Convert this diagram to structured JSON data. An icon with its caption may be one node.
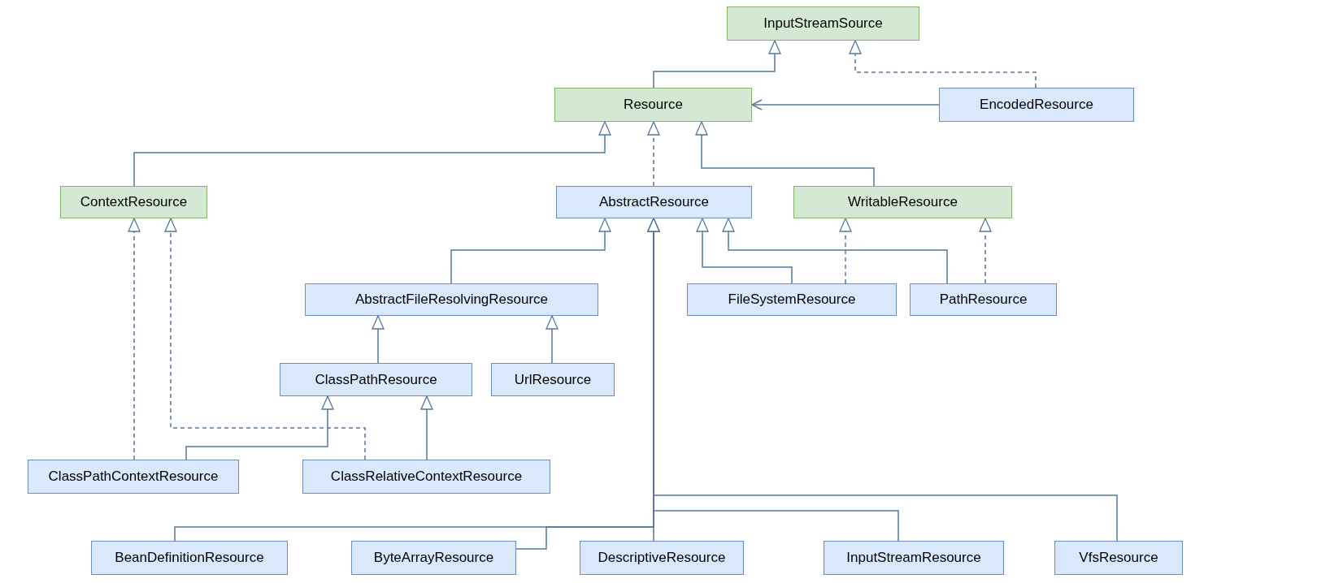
{
  "diagram": {
    "nodes": [
      {
        "text": [
          "InputStreamSource"
        ]
      },
      {
        "text": [
          "Resource"
        ]
      },
      {
        "text": [
          "EncodedResource"
        ]
      },
      {
        "text": [
          "ContextResource"
        ]
      },
      {
        "text": [
          "AbstractResource"
        ]
      },
      {
        "text": [
          "WritableResource"
        ]
      },
      {
        "text": [
          "AbstractFileResolvingResource"
        ]
      },
      {
        "text": [
          "FileSystemResource"
        ]
      },
      {
        "text": [
          "PathResource"
        ]
      },
      {
        "text": [
          "ClassPathResource"
        ]
      },
      {
        "text": [
          "UrlResource"
        ]
      },
      {
        "text": [
          "ClassPathContextResource"
        ]
      },
      {
        "text": [
          "ClassRelativeContextResource"
        ]
      },
      {
        "text": [
          "BeanDefinitionResource"
        ]
      },
      {
        "text": [
          "ByteArrayResource"
        ]
      },
      {
        "text": [
          "DescriptiveResource"
        ]
      },
      {
        "text": [
          "InputStreamResource"
        ]
      },
      {
        "text": [
          "VfsResource"
        ]
      }
    ],
    "edges": [
      {
        "from": 1,
        "to": 0,
        "arrow": "to"
      },
      {
        "from": 2,
        "to": 0,
        "arrow": "to",
        "style": "dashed"
      },
      {
        "from": 2,
        "to": 1,
        "arrow": "to"
      },
      {
        "from": 3,
        "to": 1,
        "arrow": "to"
      },
      {
        "from": 4,
        "to": 1,
        "arrow": "to",
        "style": "dashed"
      },
      {
        "from": 5,
        "to": 1,
        "arrow": "to"
      },
      {
        "from": 6,
        "to": 4,
        "arrow": "to"
      },
      {
        "from": 7,
        "to": 4,
        "arrow": "to"
      },
      {
        "from": 7,
        "to": 5,
        "arrow": "to",
        "style": "dashed"
      },
      {
        "from": 8,
        "to": 4,
        "arrow": "to"
      },
      {
        "from": 8,
        "to": 5,
        "arrow": "to",
        "style": "dashed"
      },
      {
        "from": 9,
        "to": 6,
        "arrow": "to"
      },
      {
        "from": 10,
        "to": 6,
        "arrow": "to"
      },
      {
        "from": 11,
        "to": 9,
        "arrow": "to"
      },
      {
        "from": 11,
        "to": 3,
        "arrow": "to",
        "style": "dashed"
      },
      {
        "from": 12,
        "to": 9,
        "arrow": "to"
      },
      {
        "from": 12,
        "to": 3,
        "arrow": "to",
        "style": "dashed"
      },
      {
        "from": 13,
        "to": 4,
        "arrow": "to"
      },
      {
        "from": 14,
        "to": 4,
        "arrow": "to"
      },
      {
        "from": 15,
        "to": 4,
        "arrow": "to"
      },
      {
        "from": 16,
        "to": 4,
        "arrow": "to"
      },
      {
        "from": 17,
        "to": 4,
        "arrow": "to"
      }
    ]
  }
}
